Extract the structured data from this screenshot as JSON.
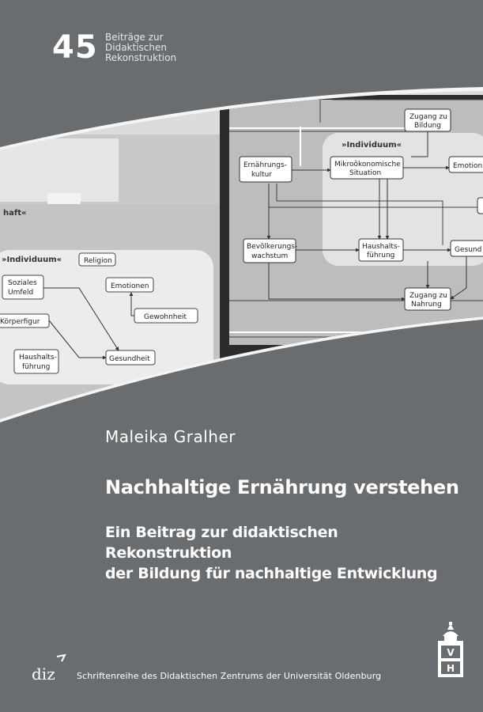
{
  "series": {
    "number": "45",
    "line1": "Beiträge zur",
    "line2": "Didaktischen",
    "line3": "Rekonstruktion"
  },
  "diagram": {
    "left_section_label": "haft«",
    "left_group_label": "»Individuum«",
    "left_boxes": {
      "religion": "Religion",
      "soziales_umfeld_1": "Soziales",
      "soziales_umfeld_2": "Umfeld",
      "emotionen": "Emotionen",
      "gewohnheit": "Gewohnheit",
      "koerperfigur": "Körperfigur",
      "haushaltsfuehrung_1": "Haushalts-",
      "haushaltsfuehrung_2": "führung",
      "gesundheit": "Gesundheit"
    },
    "right_group_label": "»Individuum«",
    "right_boxes": {
      "zugang_bildung_1": "Zugang zu",
      "zugang_bildung_2": "Bildung",
      "ernaehrungskultur_1": "Ernährungs-",
      "ernaehrungskultur_2": "kultur",
      "mikro_1": "Mikroökonomische",
      "mikro_2": "Situation",
      "emotion": "Emotion",
      "bevoelkerung_1": "Bevölkerungs-",
      "bevoelkerung_2": "wachstum",
      "haushalt_1": "Haushalts-",
      "haushalt_2": "führung",
      "gesund": "Gesund",
      "zugang_nahrung_1": "Zugang zu",
      "zugang_nahrung_2": "Nahrung"
    }
  },
  "author": "Maleika Gralher",
  "title": "Nachhaltige Ernährung verstehen",
  "subtitle": {
    "line1": "Ein Beitrag zur didaktischen Rekonstruktion",
    "line2": "der Bildung für nachhaltige Entwicklung"
  },
  "publisher": {
    "logo_text": "diz",
    "series_name": "Schriftenreihe des Didaktischen Zentrums der Universität Oldenburg"
  },
  "press_logo": {
    "letters_top": "V",
    "letters_bottom": "H"
  },
  "colors": {
    "background": "#6a6d70",
    "band": "#e9e9e9",
    "diagram_dark": "#2b2b2b"
  }
}
